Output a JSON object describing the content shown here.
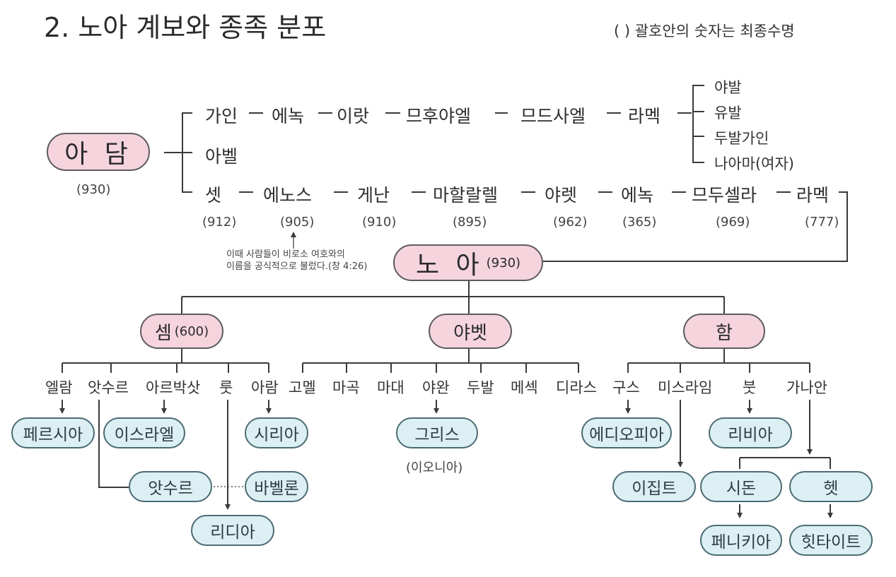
{
  "title": "2. 노아 계보와 종족 분포",
  "note": "(    ) 괄호안의 숫자는 최종수명",
  "adam": {
    "name": "아 담",
    "age": "(930)"
  },
  "cain_line": [
    "가인",
    "에녹",
    "이랏",
    "므후야엘",
    "므드사엘",
    "라멕"
  ],
  "lamech_sons": [
    "야발",
    "유발",
    "두발가인",
    "나아마(여자)"
  ],
  "abel": "아벨",
  "seth_line": [
    {
      "name": "셋",
      "age": "(912)"
    },
    {
      "name": "에노스",
      "age": "(905)"
    },
    {
      "name": "게난",
      "age": "(910)"
    },
    {
      "name": "마할랄렐",
      "age": "(895)"
    },
    {
      "name": "야렛",
      "age": "(962)"
    },
    {
      "name": "에녹",
      "age": "(365)"
    },
    {
      "name": "므두셀라",
      "age": "(969)"
    },
    {
      "name": "라멕",
      "age": "(777)"
    }
  ],
  "enosh_note": [
    "이때 사람들이 비로소 여호와의",
    "이름을 공식적으로 불렀다.(창 4:26)"
  ],
  "noah": {
    "name": "노 아",
    "age": "(930)"
  },
  "sons": {
    "shem": {
      "name": "셈",
      "age": "(600)"
    },
    "japheth": {
      "name": "야벳"
    },
    "ham": {
      "name": "함"
    }
  },
  "shem_children": [
    "엘람",
    "앗수르",
    "아르박삿",
    "룻",
    "아람"
  ],
  "japheth_children": [
    "고멜",
    "마곡",
    "마대",
    "야완",
    "두발",
    "메섹",
    "디라스"
  ],
  "ham_children": [
    "구스",
    "미스라임",
    "붓",
    "가나안"
  ],
  "nations": {
    "persia": "페르시아",
    "israel": "이스라엘",
    "syria": "시리아",
    "assyria": "앗수르",
    "babylon": "바벨론",
    "lydia": "리디아",
    "greece": "그리스",
    "ionia": "(이오니아)",
    "ethiopia": "에디오피아",
    "libya": "리비아",
    "egypt": "이집트",
    "sidon": "시돈",
    "heth": "헷",
    "phoenicia": "페니키아",
    "hittite": "힛타이트"
  }
}
